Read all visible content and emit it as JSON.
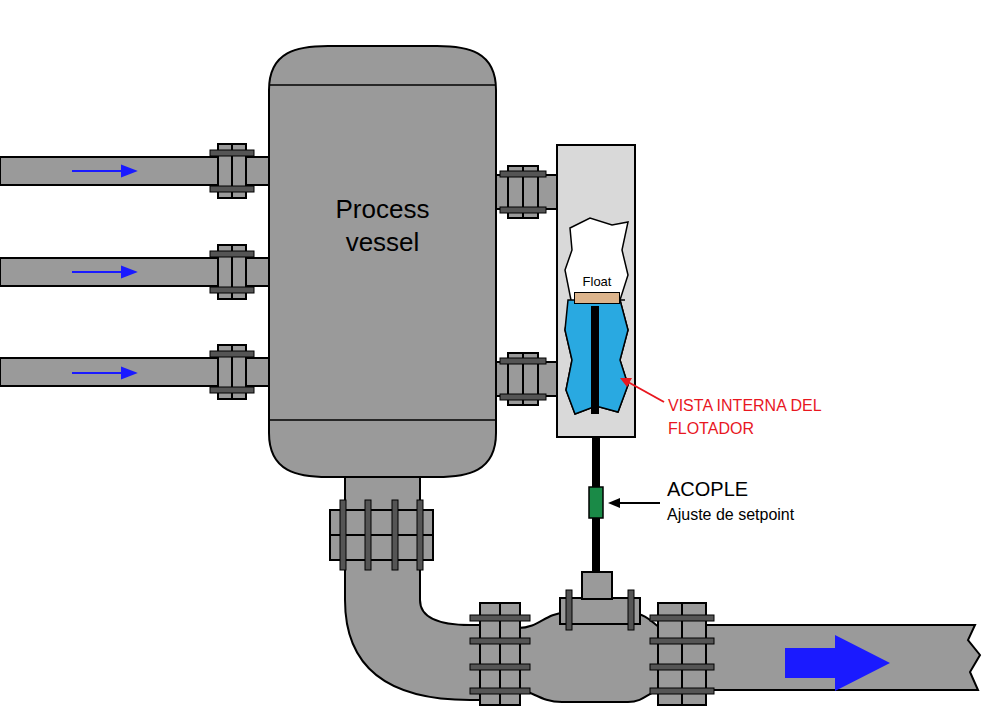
{
  "diagram": {
    "nodes": [
      {
        "text": [
          "Process vessel"
        ]
      },
      {
        "text": [
          "Float"
        ]
      }
    ],
    "labels": [
      "VISTA INTERNA DEL FLOTADOR",
      "ACOPLE",
      "Ajuste de setpoint"
    ]
  }
}
